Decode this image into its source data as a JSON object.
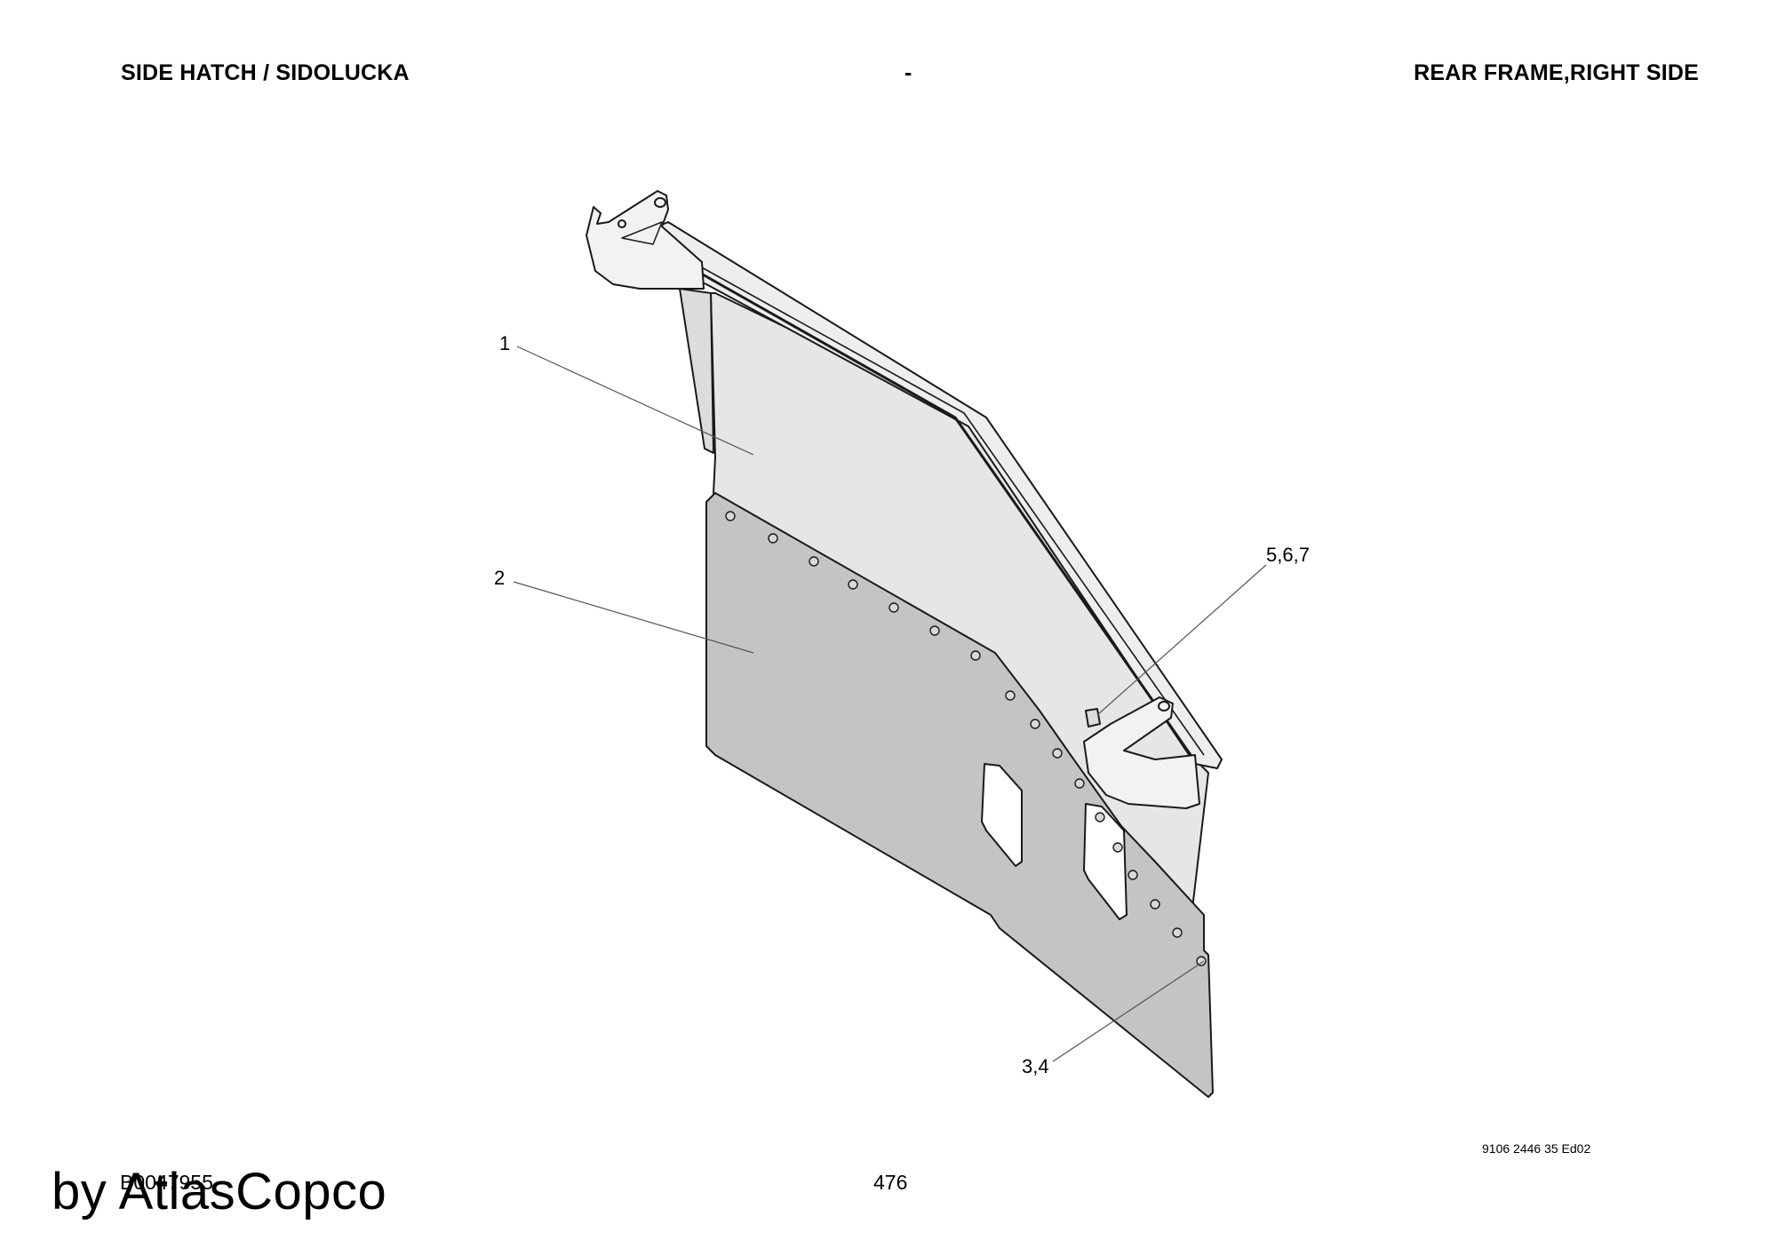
{
  "header": {
    "left": "SIDE HATCH / SIDOLUCKA",
    "center": "-",
    "right": "REAR FRAME,RIGHT SIDE"
  },
  "callouts": {
    "c1": "1",
    "c2": "2",
    "c567": "5,6,7",
    "c34": "3,4"
  },
  "footer": {
    "ref_code": "9106 2446 35 Ed02",
    "page_number": "476",
    "drawing_id": "B0047955",
    "brand": "by AtlasCopco"
  },
  "colors": {
    "upper_panel": "#e6e6e6",
    "lower_panel": "#c4c4c4",
    "outline": "#1a1a1a"
  }
}
